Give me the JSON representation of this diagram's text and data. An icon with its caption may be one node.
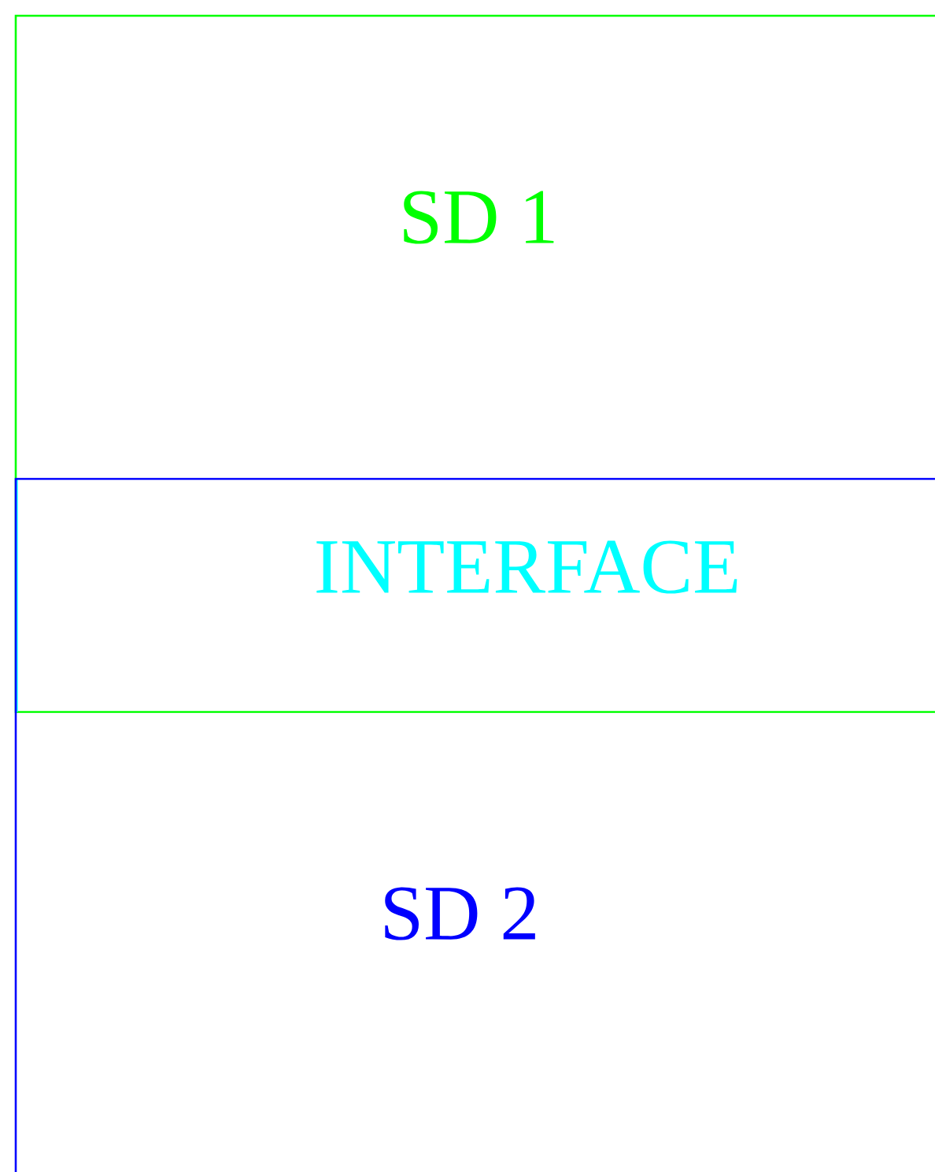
{
  "diagram": {
    "nodes": [
      {
        "text": [
          "SD 1"
        ]
      },
      {
        "text": [
          "INTERFACE"
        ]
      },
      {
        "text": [
          "SD 2"
        ]
      }
    ]
  }
}
